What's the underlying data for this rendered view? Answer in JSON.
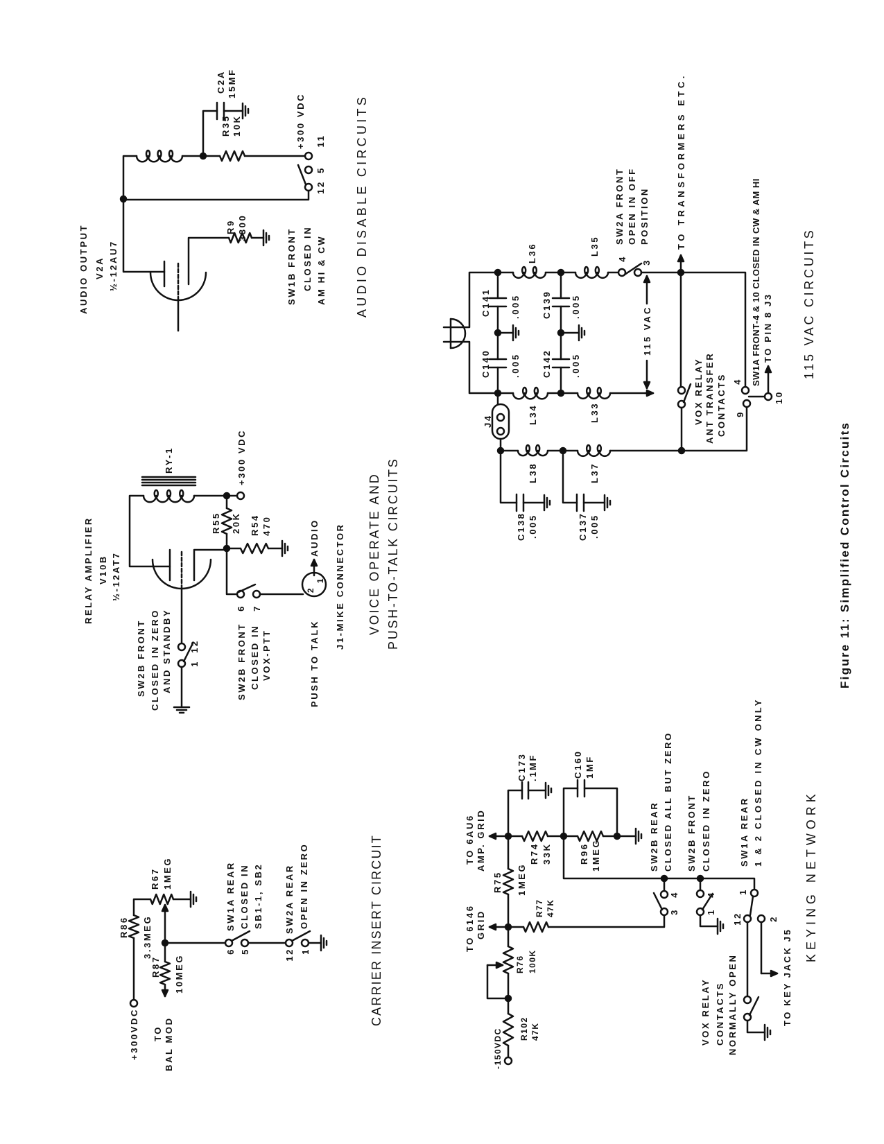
{
  "figure_caption": "Figure 11: Simplified Control Circuits",
  "carrier_insert": {
    "title": "CARRIER INSERT CIRCUIT",
    "labels": {
      "supply": "+300VDC",
      "r86": "R86",
      "r86_value": "3.3MEG",
      "r67": "R67",
      "r67_value": "1MEG",
      "r87": "R87",
      "r87_value": "10MEG",
      "to": "TO",
      "bal_mod": "BAL MOD",
      "pin_6": "6",
      "pin_5": "5",
      "pin_12": "12",
      "pin_1": "1",
      "sw1a": "SW1A REAR",
      "sw1a_state_1": "CLOSED IN",
      "sw1a_state_2": "SB1-1, SB2",
      "sw2a": "SW2A REAR",
      "sw2a_state": "OPEN IN ZERO"
    }
  },
  "keying_network": {
    "title": "KEYING NETWORK",
    "labels": {
      "to_6au6": "TO 6AU6",
      "amp_grid": "AMP. GRID",
      "to_6146": "TO 6146",
      "grid": "GRID",
      "r75": "R75",
      "r75_value": "1MEG",
      "r77": "R77",
      "r77_value": "47K",
      "r74": "R74",
      "r74_value": "33K",
      "r96": "R96",
      "r96_value": "1MEG",
      "c173": "C173",
      "c173_value": ".1MF",
      "c160": "C160",
      "c160_value": "1MF",
      "r76": "R76",
      "r76_value": "100K",
      "r102": "R102",
      "r102_value": "47K",
      "supply": "-150VDC",
      "sw2b_rear_pin_3": "3",
      "sw2b_rear_pin_4": "4",
      "sw2b_front_pin_1": "1",
      "sw2b_front_pin_4": "4",
      "sw1a_pin_1": "1",
      "sw1a_pin_12": "12",
      "sw1a_pin_2": "2",
      "sw2b_rear": "SW2B REAR",
      "sw2b_rear_state": "CLOSED ALL BUT ZERO",
      "sw2b_front": "SW2B FRONT",
      "sw2b_front_state": "CLOSED IN ZERO",
      "sw1a_rear": "SW1A REAR",
      "sw1a_rear_state": "1 & 2 CLOSED IN CW ONLY",
      "vox_1": "VOX RELAY",
      "vox_2": "CONTACTS",
      "vox_3": "NORMALLY OPEN",
      "key_jack": "TO KEY JACK J5"
    }
  },
  "voice_operate": {
    "title_1": "VOICE OPERATE AND",
    "title_2": "PUSH-TO-TALK CIRCUITS",
    "labels": {
      "tube_1": "RELAY AMPLIFIER",
      "tube_2": "V10B",
      "tube_3": "½-12AT7",
      "relay": "RY-1",
      "supply": "+300 VDC",
      "r55": "R55",
      "r55_value": "20K",
      "r54": "R54",
      "r54_value": "470",
      "audio": "AUDIO",
      "jack_pin_2": "2",
      "jack_pin_1": "1",
      "ptt": "PUSH TO TALK",
      "connector": "J1-MIKE CONNECTOR",
      "sw_a_pin_1": "1",
      "sw_a_pin_12": "12",
      "sw_a_1": "SW2B FRONT",
      "sw_a_2": "CLOSED IN ZERO",
      "sw_a_3": "AND STANDBY",
      "sw_b_pin_6": "6",
      "sw_b_pin_7": "7",
      "sw_b_1": "SW2B FRONT",
      "sw_b_2": "CLOSED IN",
      "sw_b_3": "VOX-PTT"
    }
  },
  "audio_disable": {
    "title": "AUDIO DISABLE CIRCUITS",
    "labels": {
      "tube_1": "AUDIO OUTPUT",
      "tube_2": "V2A",
      "tube_3": "½-12AU7",
      "r9": "R9",
      "r9_value": "3300",
      "r35": "R35",
      "r35_value": "10K",
      "c2a": "C2A",
      "c2a_value": "15MF",
      "supply": "+300 VDC",
      "pin_11": "11",
      "pin_5": "5",
      "pin_12": "12",
      "sw_1": "SW1B FRONT",
      "sw_2": "CLOSED IN",
      "sw_3": "AM HI & CW"
    }
  },
  "vac_115": {
    "title": "115 VAC CIRCUITS",
    "labels": {
      "c141": "C141",
      "c141_value": ".005",
      "c140": "C140",
      "c140_value": ".005",
      "c139": "C139",
      "c139_value": ".005",
      "c142": "C142",
      "c142_value": ".005",
      "l36": "L36",
      "l35": "L35",
      "l34": "L34",
      "l33": "L33",
      "l38": "L38",
      "l37": "L37",
      "j4": "J4",
      "c138": "C138",
      "c138_value": ".005",
      "c137": "C137",
      "c137_value": ".005",
      "sw2a_pin_4": "4",
      "sw2a_pin_3": "3",
      "sw2a_1": "SW2A FRONT",
      "sw2a_2": "OPEN IN OFF",
      "sw2a_3": "POSITION",
      "voltage": "115 VAC",
      "transformers": "TO TRANSFORMERS ETC.",
      "vox_1": "VOX RELAY",
      "vox_2": "ANT TRANSFER",
      "vox_3": "CONTACTS",
      "sw1a_pin_4": "4",
      "sw1a_pin_9": "9",
      "sw1a_pin_10": "10",
      "sw1a": "SW1A FRONT-4 & 10 CLOSED IN CW & AM HI",
      "pin8": "TO PIN 8 J3"
    }
  }
}
